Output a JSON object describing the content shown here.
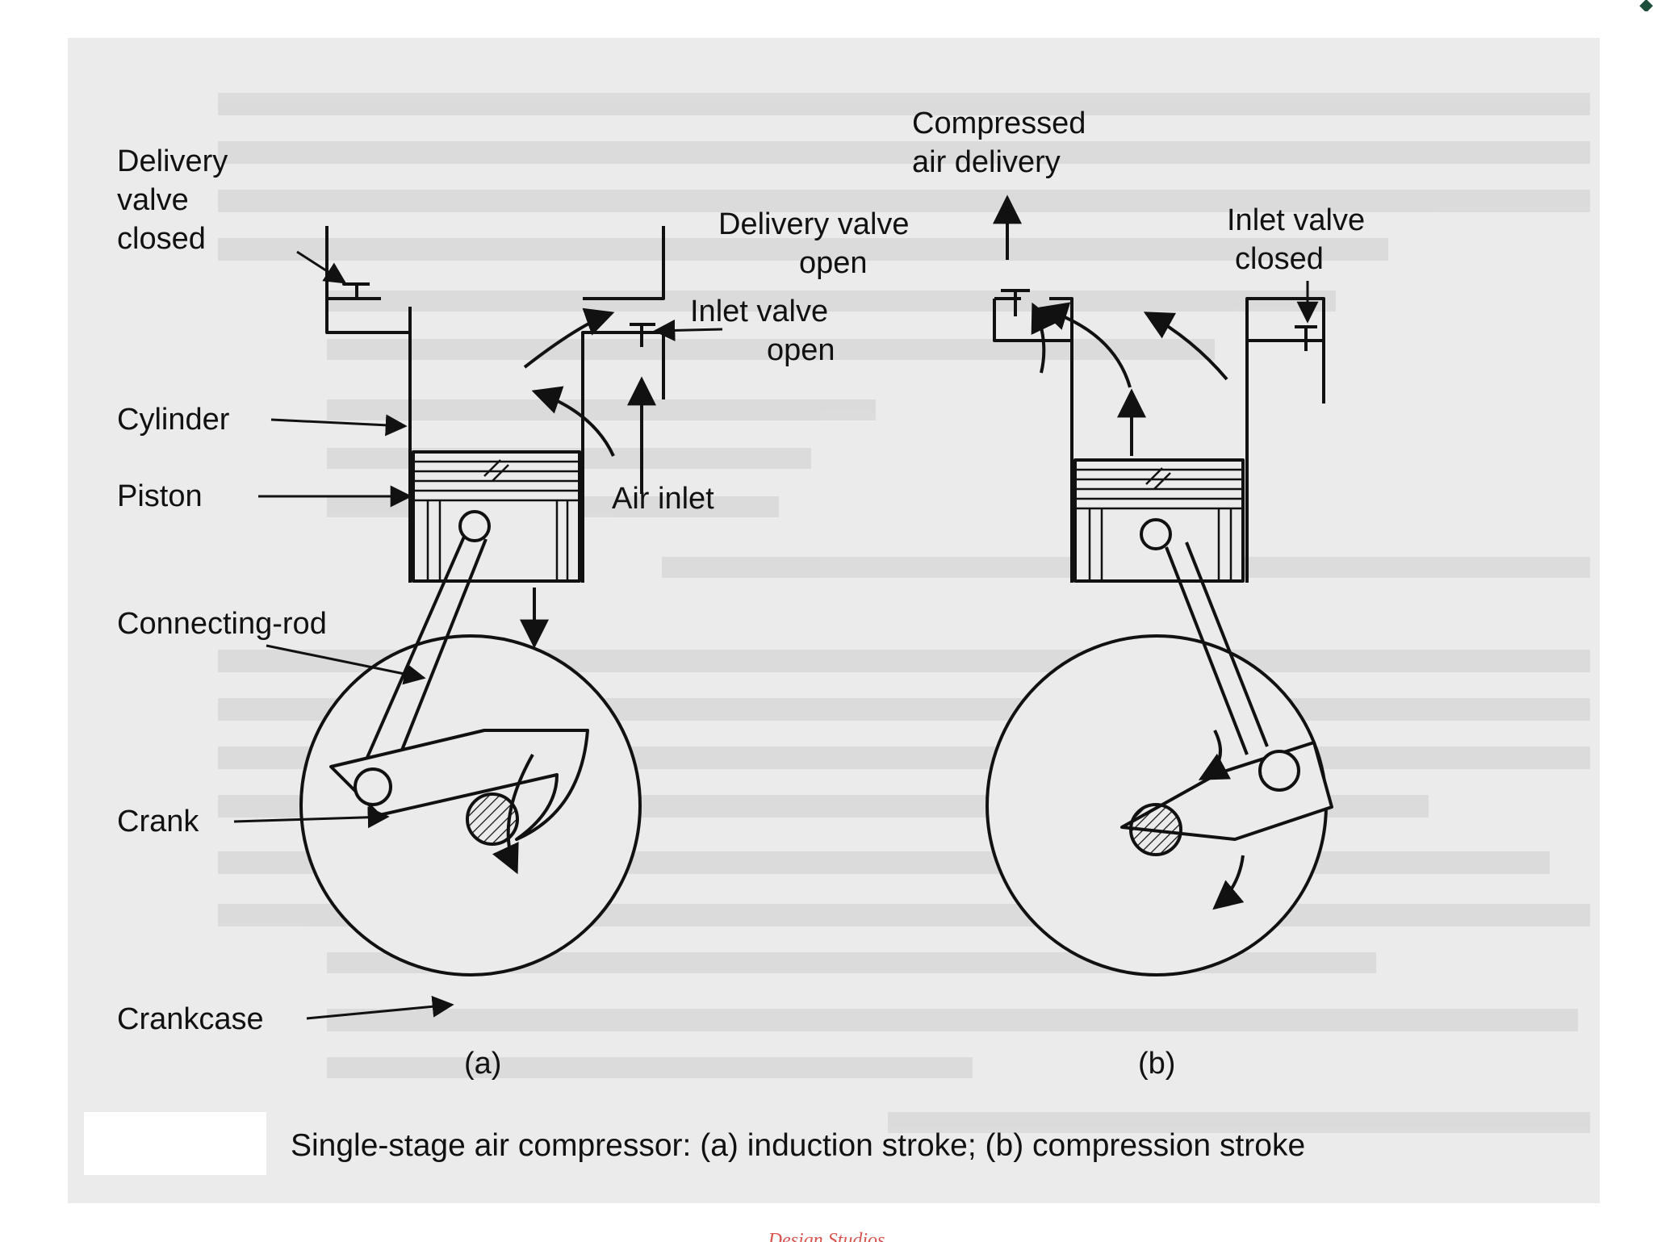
{
  "labels": {
    "delivery_valve_closed": [
      "Delivery",
      "valve",
      "closed"
    ],
    "cylinder": "Cylinder",
    "piston": "Piston",
    "connecting_rod": "Connecting-rod",
    "crank": "Crank",
    "crankcase": "Crankcase",
    "inlet_valve_open": [
      "Inlet valve",
      "open"
    ],
    "air_inlet": "Air inlet",
    "compressed_air_delivery": [
      "Compressed",
      "air delivery"
    ],
    "delivery_valve_open": [
      "Delivery valve",
      "open"
    ],
    "inlet_valve_closed": [
      "Inlet valve",
      "closed"
    ],
    "panel_a": "(a)",
    "panel_b": "(b)"
  },
  "caption": "Single-stage air compressor: (a) induction stroke; (b) compression stroke",
  "footer_text": "Design Studios",
  "colors": {
    "ink": "#111111",
    "sheet": "#ebebeb",
    "footer": "#d9534f",
    "corner_mark": "#1d4f3a"
  }
}
